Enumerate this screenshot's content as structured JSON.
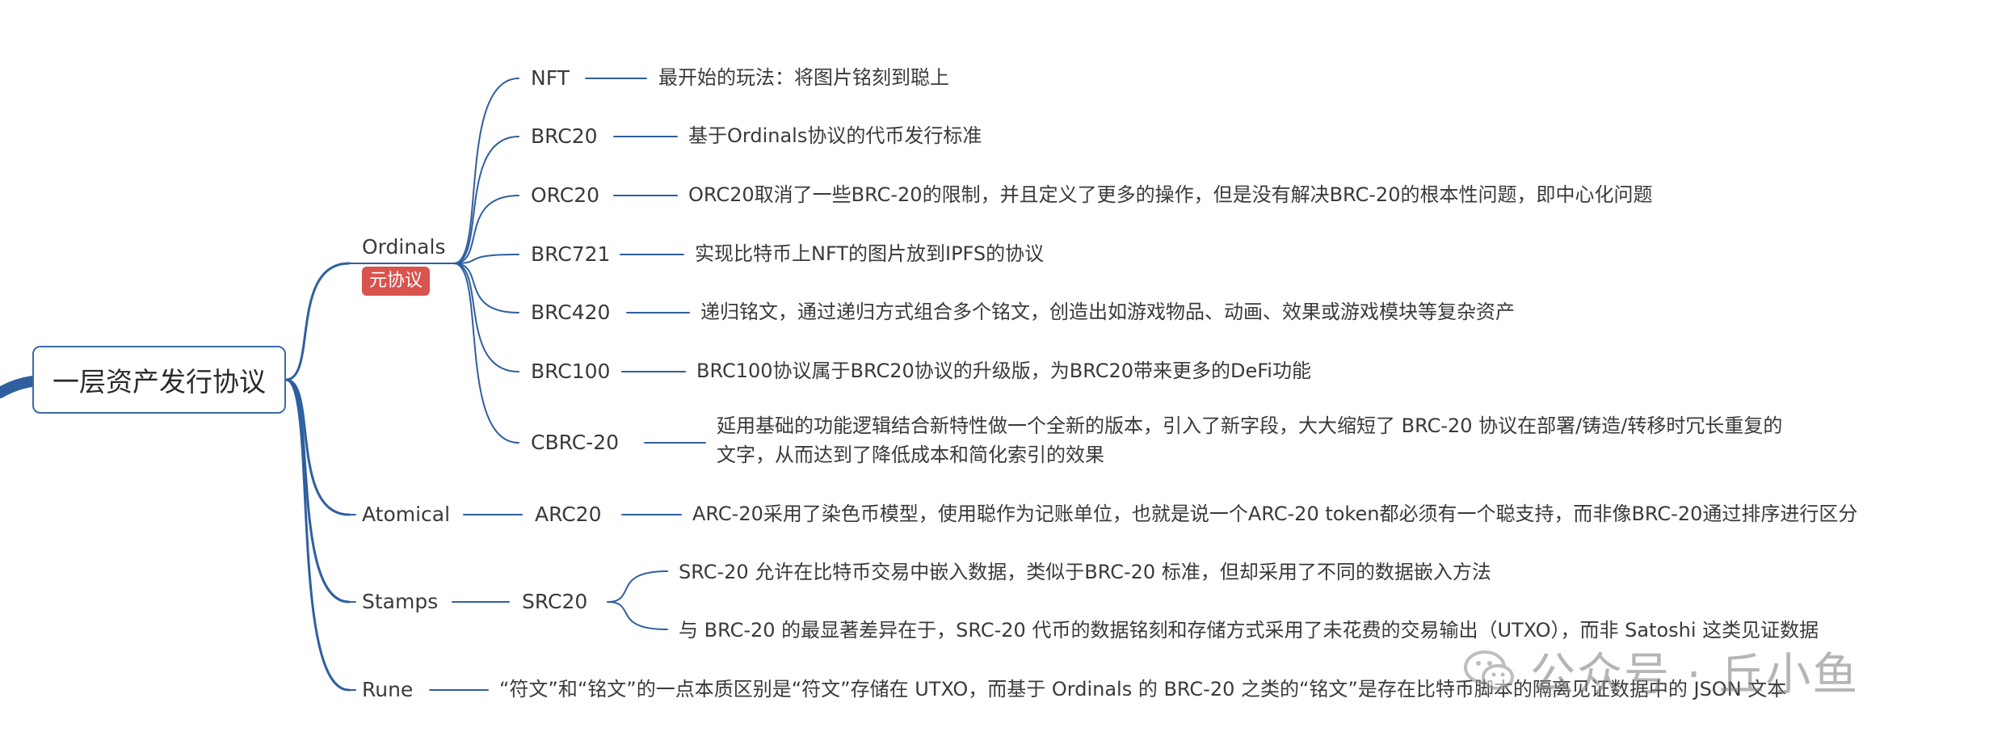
{
  "colors": {
    "edge": "#2f5f9f",
    "root_border": "#3a6aa9",
    "badge_bg": "#d9534f",
    "watermark": "#7a7a7a"
  },
  "root": {
    "label": "一层资产发行协议"
  },
  "branches": {
    "ordinals": {
      "label": "Ordinals",
      "badge": "元协议",
      "children": {
        "nft": {
          "label": "NFT",
          "desc": "最开始的玩法：将图片铭刻到聪上"
        },
        "brc20": {
          "label": "BRC20",
          "desc": "基于Ordinals协议的代币发行标准"
        },
        "orc20": {
          "label": "ORC20",
          "desc": "ORC20取消了一些BRC-20的限制，并且定义了更多的操作，但是没有解决BRC-20的根本性问题，即中心化问题"
        },
        "brc721": {
          "label": "BRC721",
          "desc": "实现比特币上NFT的图片放到IPFS的协议"
        },
        "brc420": {
          "label": "BRC420",
          "desc": "递归铭文，通过递归方式组合多个铭文，创造出如游戏物品、动画、效果或游戏模块等复杂资产"
        },
        "brc100": {
          "label": "BRC100",
          "desc": "BRC100协议属于BRC20协议的升级版，为BRC20带来更多的DeFi功能"
        },
        "cbrc20": {
          "label": "CBRC-20",
          "desc_line1": "延用基础的功能逻辑结合新特性做一个全新的版本，引入了新字段，大大缩短了 BRC-20 协议在部署/铸造/转移时冗长重复的",
          "desc_line2": "文字，从而达到了降低成本和简化索引的效果"
        }
      }
    },
    "atomical": {
      "label": "Atomical",
      "child": {
        "label": "ARC20",
        "desc": "ARC-20采用了染色币模型，使用聪作为记账单位，也就是说一个ARC-20 token都必须有一个聪支持，而非像BRC-20通过排序进行区分"
      }
    },
    "stamps": {
      "label": "Stamps",
      "child": {
        "label": "SRC20",
        "desc1": "SRC-20 允许在比特币交易中嵌入数据，类似于BRC-20 标准，但却采用了不同的数据嵌入方法",
        "desc2": "与 BRC-20 的最显著差异在于，SRC-20 代币的数据铭刻和存储方式采用了未花费的交易输出（UTXO），而非 Satoshi 这类见证数据"
      }
    },
    "rune": {
      "label": "Rune",
      "desc": "“符文”和“铭文”的一点本质区别是“符文”存储在 UTXO，而基于 Ordinals 的 BRC-20 之类的“铭文”是存在比特币脚本的隔离见证数据中的 JSON 文本"
    }
  },
  "watermark": {
    "icon": "wechat-icon",
    "text": "公众号 · 丘小鱼"
  }
}
